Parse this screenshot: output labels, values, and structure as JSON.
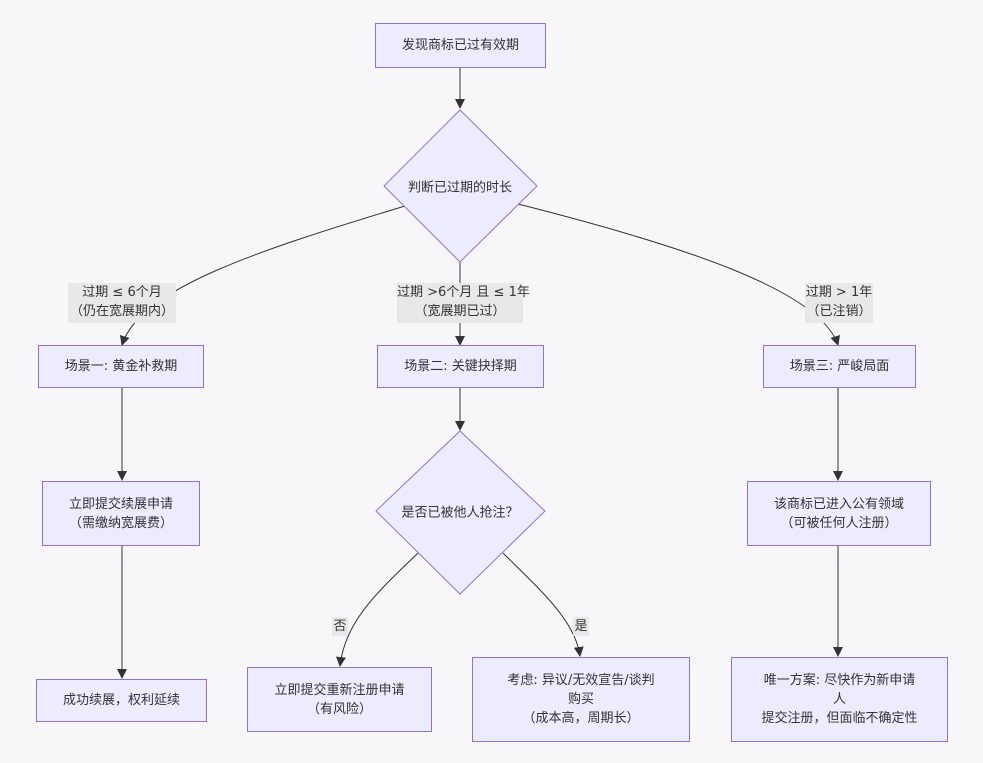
{
  "nodes": {
    "start": "发现商标已过有效期",
    "decision_duration": "判断已过期的时长",
    "scenario1": "场景一: 黄金补救期",
    "scenario2": "场景二: 关键抉择期",
    "scenario3": "场景三: 严峻局面",
    "renew": {
      "line1": "立即提交续展申请",
      "line2": "（需缴纳宽展费）"
    },
    "renew_success": "成功续展，权利延续",
    "decision_squatted": "是否已被他人抢注？",
    "reapply_risk": {
      "line1": "立即提交重新注册申请",
      "line2": "（有风险）"
    },
    "consider": {
      "line1": "考虑: 异议/无效宣告/谈判",
      "line2": "购买",
      "line3": "（成本高，周期长）"
    },
    "public_domain": {
      "line1": "该商标已进入公有领域",
      "line2": "（可被任何人注册）"
    },
    "only_option": {
      "line1": "唯一方案: 尽快作为新申请",
      "line2": "人",
      "line3": "提交注册，但面临不确定性"
    }
  },
  "edges": {
    "le6m": {
      "line1": "过期 ≤ 6个月",
      "line2": "（仍在宽展期内）"
    },
    "6m_1y": {
      "line1": "过期 >6个月 且 ≤ 1年",
      "line2": "（宽展期已过）"
    },
    "gt1y": {
      "line1": "过期 > 1年",
      "line2": "（已注销）"
    },
    "no": "否",
    "yes": "是"
  },
  "colors": {
    "node_fill": "#ececfe",
    "node_border": "#9370db",
    "line": "#333333",
    "label_bg": "#e8e8e8"
  }
}
